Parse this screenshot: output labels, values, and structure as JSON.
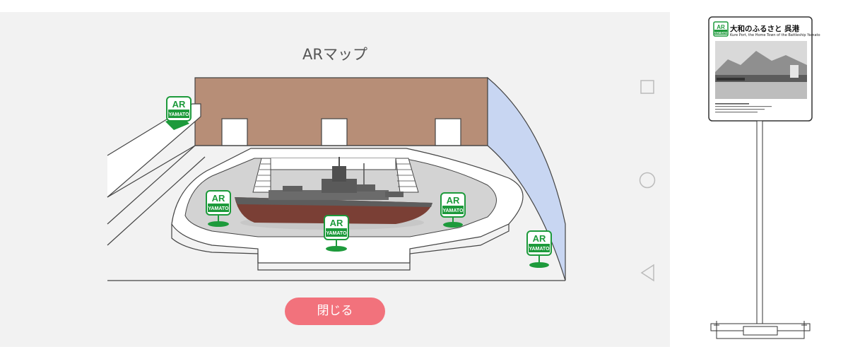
{
  "map": {
    "title": "ARマップ",
    "marker_text": "AR",
    "marker_brand": "YAMATO",
    "close_label": "閉じる",
    "colors": {
      "wall_brown": "#b78e77",
      "window_blue": "#c8d6f2",
      "marker_green": "#1d9a3b",
      "close_button": "#f2727c",
      "background": "#f2f2f2"
    }
  },
  "nav": {
    "icons": [
      "recent-apps-square-icon",
      "home-circle-icon",
      "back-triangle-icon"
    ]
  },
  "signboard": {
    "marker_text": "AR",
    "marker_brand": "YAMATO",
    "title": "大和のふるさと 呉港",
    "subtitle": "Kure Port, the Home Town of the Battleship Yamato"
  }
}
